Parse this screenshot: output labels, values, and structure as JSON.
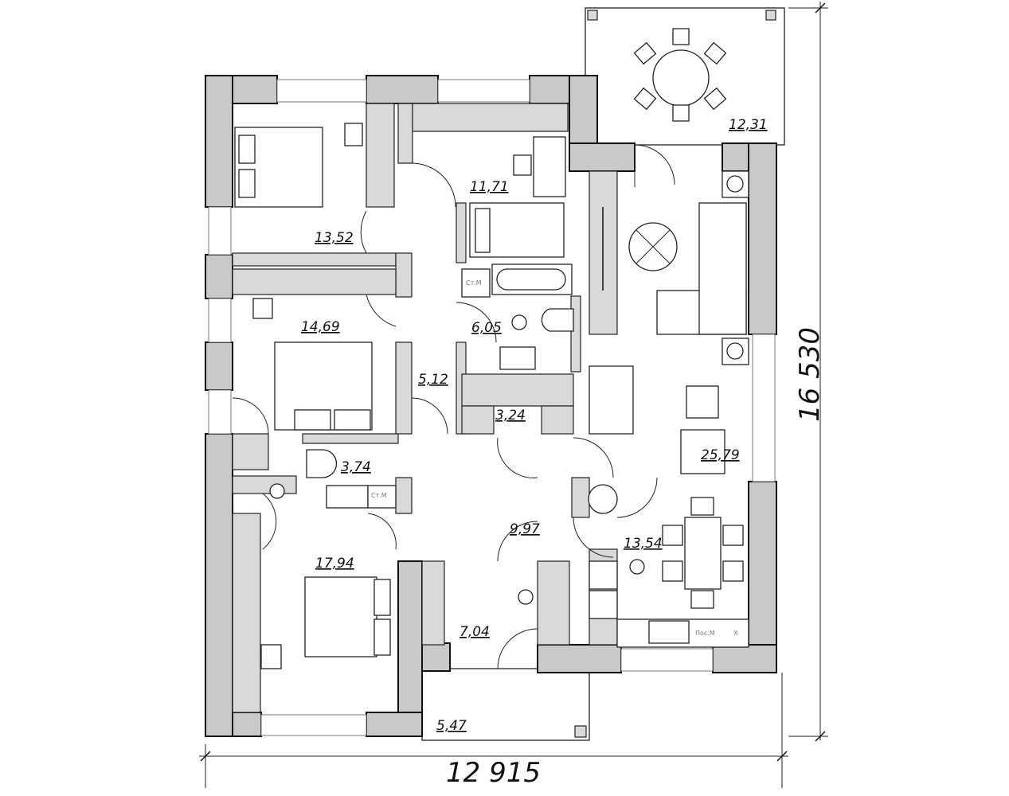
{
  "plan": {
    "rooms": [
      {
        "id": "bedroom-1",
        "area": "13,52"
      },
      {
        "id": "bedroom-2",
        "area": "11,71"
      },
      {
        "id": "terrace",
        "area": "12,31"
      },
      {
        "id": "bedroom-3",
        "area": "14,69"
      },
      {
        "id": "bathroom",
        "area": "6,05"
      },
      {
        "id": "hall",
        "area": "5,12"
      },
      {
        "id": "storage",
        "area": "3,24"
      },
      {
        "id": "living-room",
        "area": "25,79"
      },
      {
        "id": "wc",
        "area": "3,74"
      },
      {
        "id": "corridor",
        "area": "9,97"
      },
      {
        "id": "kitchen",
        "area": "13,54"
      },
      {
        "id": "bedroom-4",
        "area": "17,94"
      },
      {
        "id": "entrance",
        "area": "7,04"
      },
      {
        "id": "porch",
        "area": "5,47"
      }
    ],
    "appliance_labels": {
      "washer_1": "Ст.М",
      "washer_2": "Ст.М",
      "dishwasher": "Пос.М",
      "fridge": "Х"
    },
    "dimensions": {
      "width": "12 915",
      "height": "16 530"
    }
  }
}
